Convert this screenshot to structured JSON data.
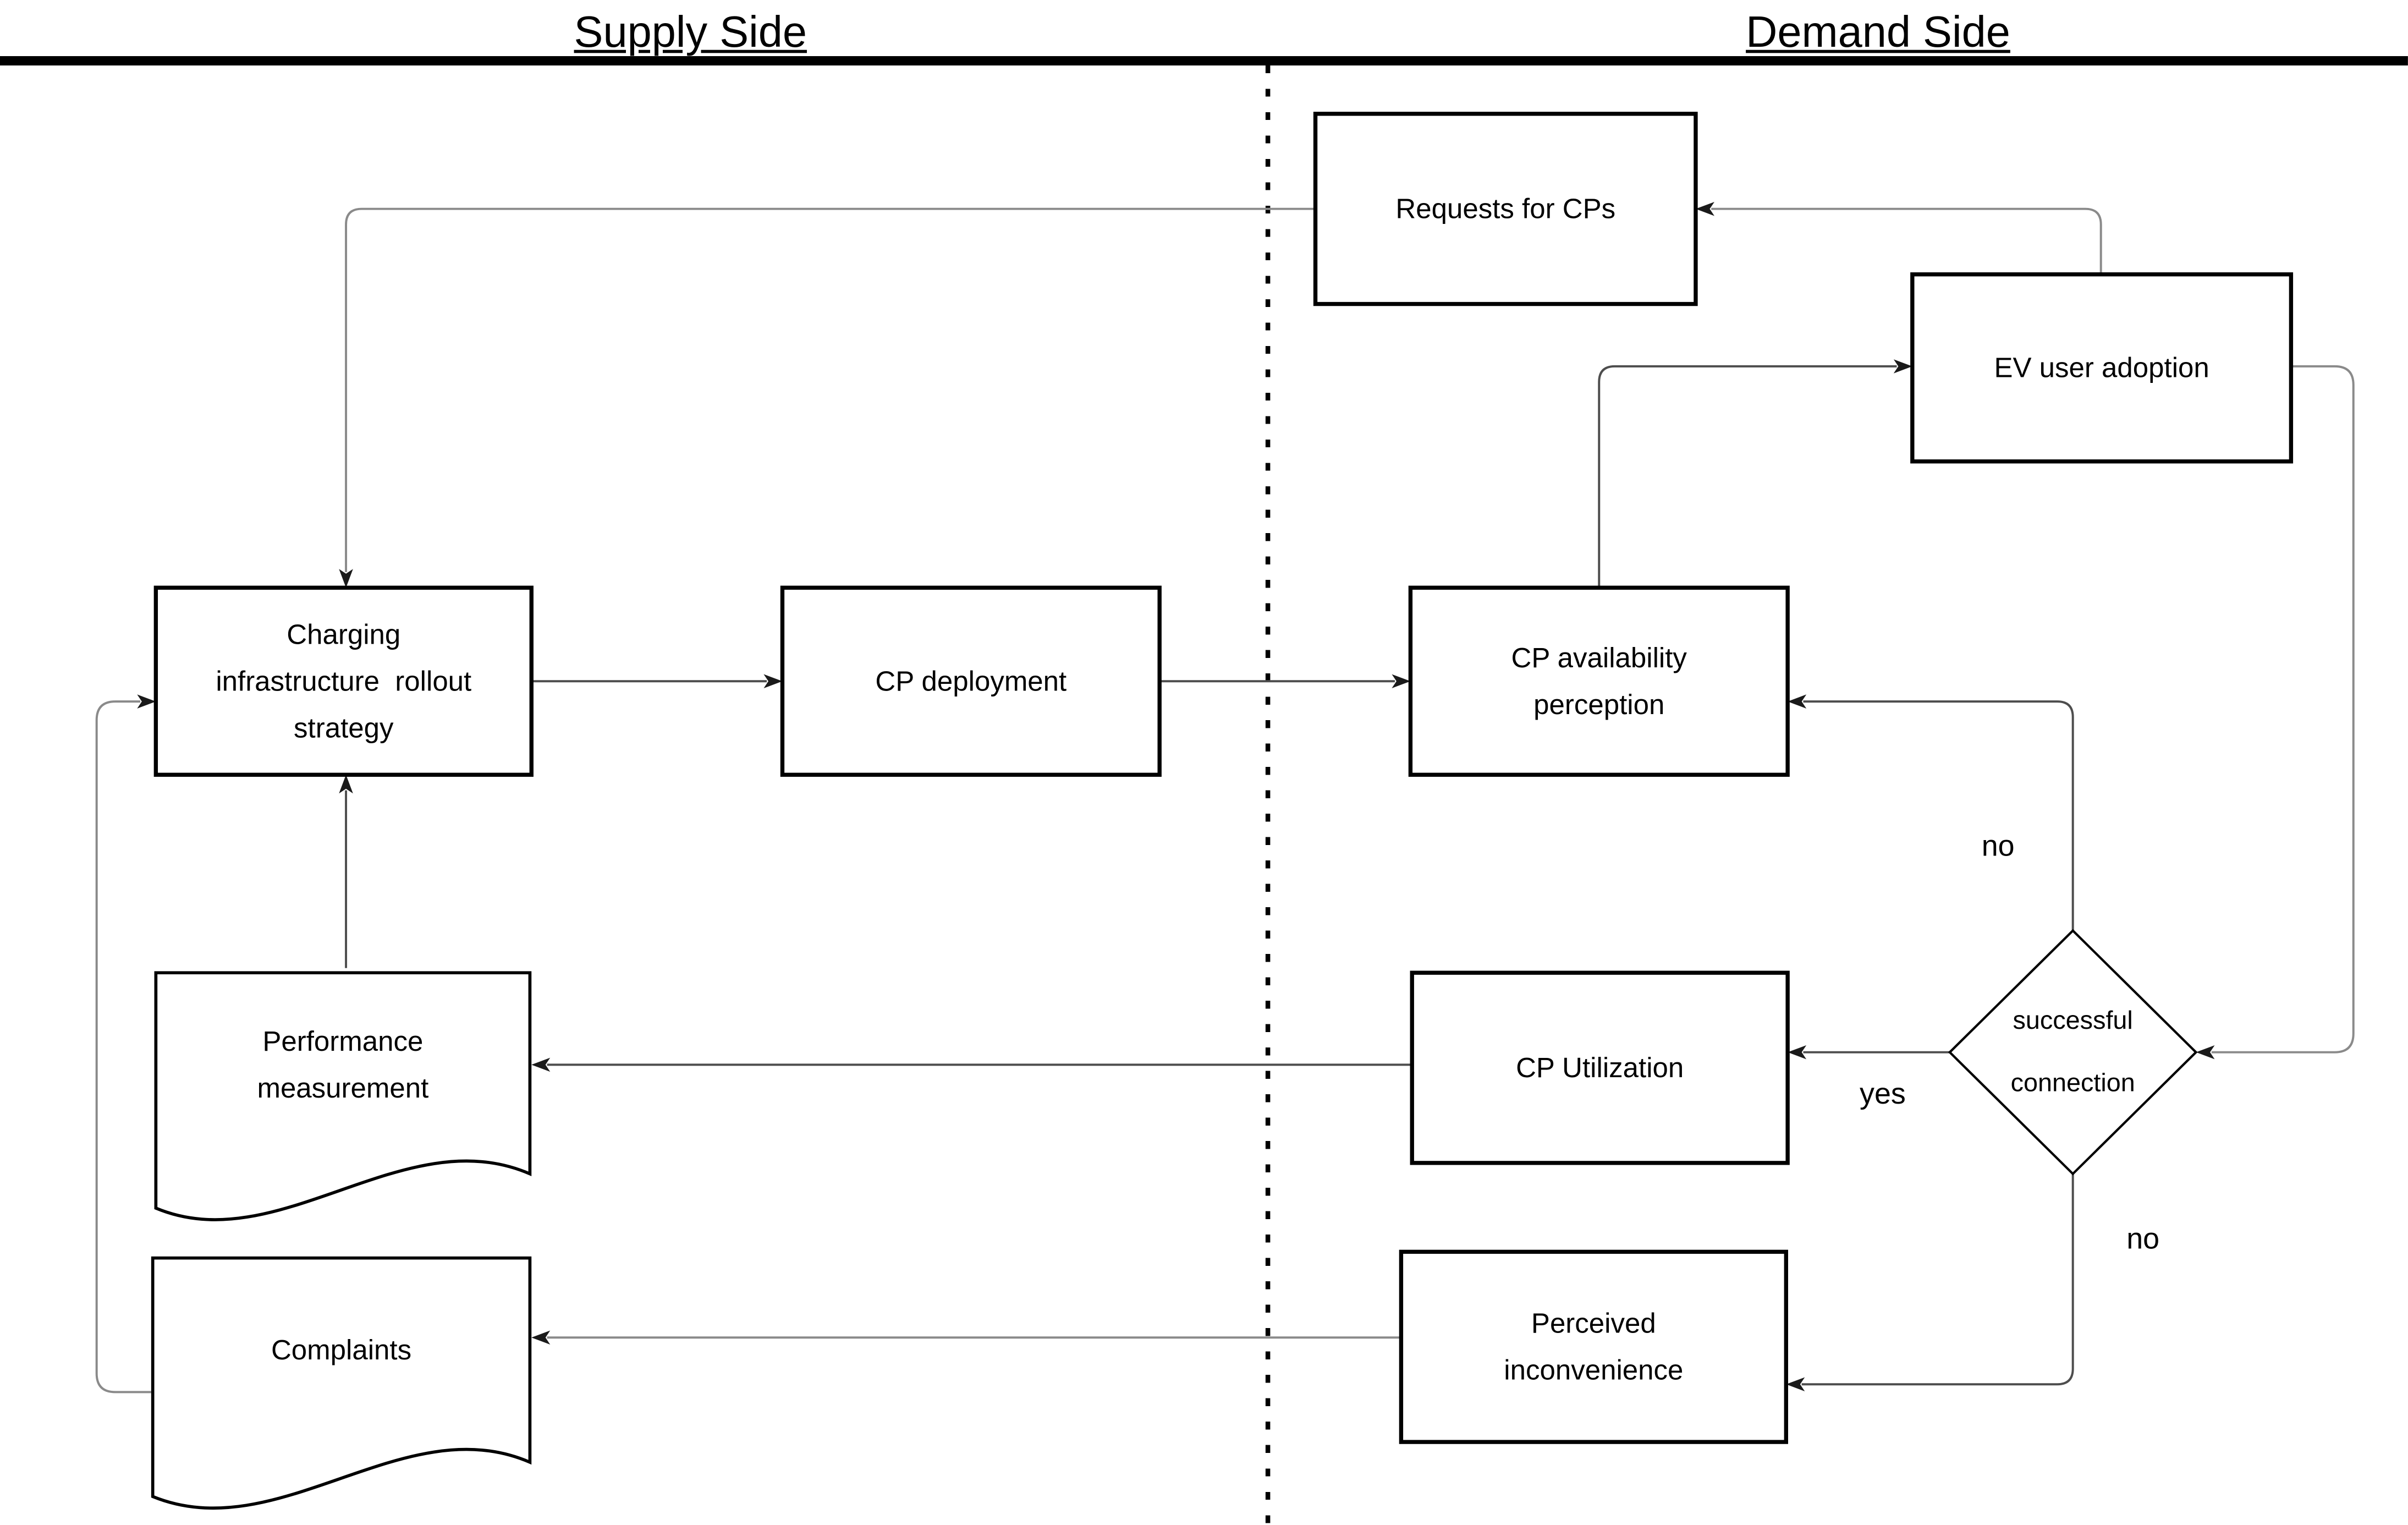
{
  "header": {
    "left_title": "Supply Side",
    "right_title": "Demand Side"
  },
  "nodes": {
    "requests_for_cps": {
      "label": "Requests for CPs",
      "shape": "rectangle"
    },
    "ev_user_adoption": {
      "label": "EV user adoption",
      "shape": "rectangle"
    },
    "charging_strategy": {
      "label": "Charging\ninfrastructure  rollout\nstrategy",
      "shape": "rectangle"
    },
    "cp_deployment": {
      "label": "CP deployment",
      "shape": "rectangle"
    },
    "cp_availability": {
      "label": "CP availability\nperception",
      "shape": "rectangle"
    },
    "performance_measurement": {
      "label": "Performance\nmeasurement",
      "shape": "document"
    },
    "cp_utilization": {
      "label": "CP Utilization",
      "shape": "rectangle"
    },
    "successful_connection": {
      "label": "successful\nconnection",
      "shape": "decision-diamond"
    },
    "complaints": {
      "label": "Complaints",
      "shape": "document"
    },
    "perceived_inconvenience": {
      "label": "Perceived\ninconvenience",
      "shape": "rectangle"
    }
  },
  "edge_labels": {
    "no_to_cp_availability": "no",
    "yes_to_cp_utilization": "yes",
    "no_to_perceived_inconvenience": "no"
  },
  "colors": {
    "shape_border": "#000000",
    "connector": "#4d4d4d",
    "connector_light": "#8a8a8a",
    "arrowhead": "#1a1a1a",
    "divider": "#000000",
    "background": "#ffffff"
  }
}
